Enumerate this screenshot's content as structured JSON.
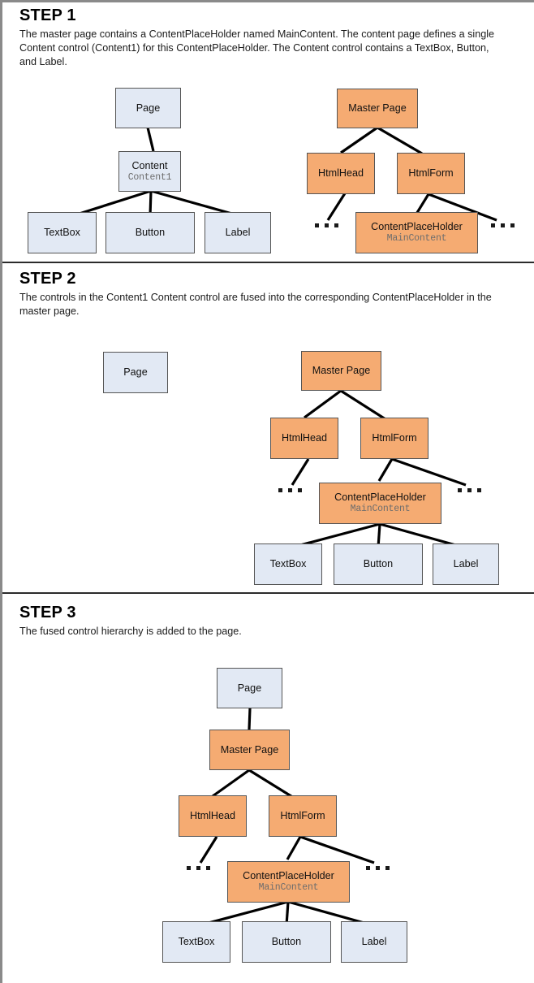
{
  "figure": {
    "title_prefix": "STEP",
    "box_colors": {
      "content_page": "#e2e9f4",
      "master_page": "#f5ab72",
      "border": "#555555",
      "edge": "#000000",
      "subtitle_text": "#6d6d6d"
    },
    "ellipsis_glyph": "..."
  },
  "steps": [
    {
      "title": "STEP 1",
      "description": "The master page contains a ContentPlaceHolder named MainContent. The content page defines a single Content control (Content1) for this ContentPlaceHolder. The Content control contains a TextBox, Button, and Label.",
      "nodes": {
        "page": "Page",
        "content": "Content",
        "content_sub": "Content1",
        "textbox": "TextBox",
        "button": "Button",
        "label": "Label",
        "master_page": "Master Page",
        "html_head": "HtmlHead",
        "html_form": "HtmlForm",
        "content_place_holder": "ContentPlaceHolder",
        "content_place_holder_sub": "MainContent"
      }
    },
    {
      "title": "STEP 2",
      "description": "The controls in the Content1 Content control are fused into the corresponding ContentPlaceHolder in the master page.",
      "nodes": {
        "page": "Page",
        "master_page": "Master Page",
        "html_head": "HtmlHead",
        "html_form": "HtmlForm",
        "content_place_holder": "ContentPlaceHolder",
        "content_place_holder_sub": "MainContent",
        "textbox": "TextBox",
        "button": "Button",
        "label": "Label"
      }
    },
    {
      "title": "STEP 3",
      "description": "The fused control hierarchy is added to the page.",
      "nodes": {
        "page": "Page",
        "master_page": "Master Page",
        "html_head": "HtmlHead",
        "html_form": "HtmlForm",
        "content_place_holder": "ContentPlaceHolder",
        "content_place_holder_sub": "MainContent",
        "textbox": "TextBox",
        "button": "Button",
        "label": "Label"
      }
    }
  ]
}
